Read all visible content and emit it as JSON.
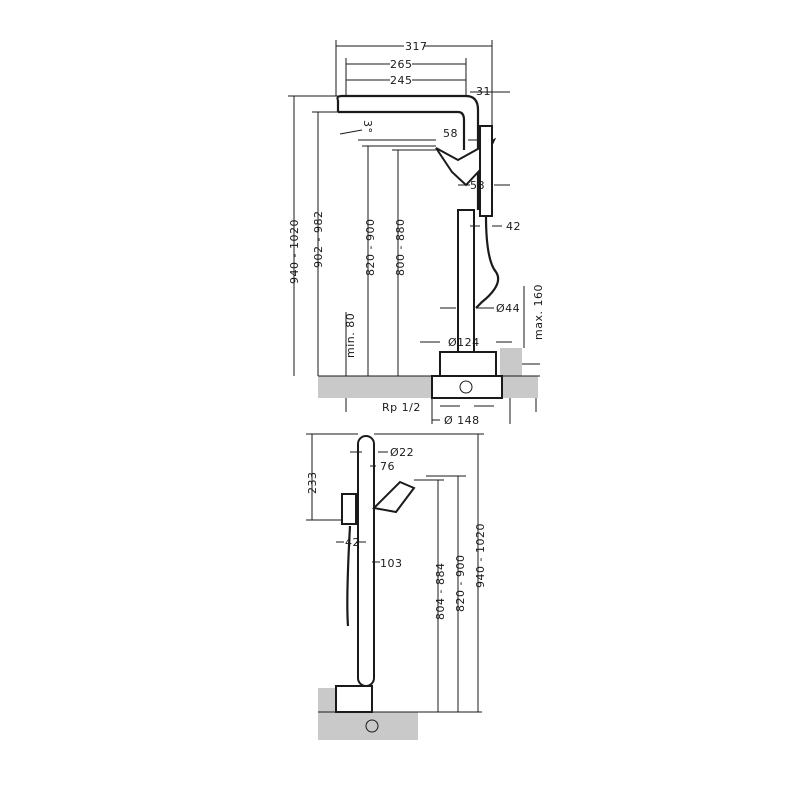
{
  "top_view": {
    "dim_317": "317",
    "dim_265": "265",
    "dim_245": "245",
    "dim_31": "31",
    "dim_angle": "3°",
    "dim_58_upper": "58",
    "dim_58_lower": "58",
    "dim_42": "42",
    "dim_940_1020": "940 - 1020",
    "dim_902_982": "902 - 982",
    "dim_820_900": "820 - 900",
    "dim_800_880": "800 - 880",
    "dim_min80": "min. 80",
    "dim_d44": "Ø44",
    "dim_max160": "max. 160",
    "dim_d124": "Ø124",
    "dim_rp": "Rp 1/2",
    "dim_d148": "Ø 148"
  },
  "side_view": {
    "dim_233": "233",
    "dim_d22": "Ø22",
    "dim_76": "76",
    "dim_42": "42",
    "dim_103": "103",
    "dim_804_884": "804 - 884",
    "dim_820_900": "820 - 900",
    "dim_940_1020": "940 - 1020"
  }
}
